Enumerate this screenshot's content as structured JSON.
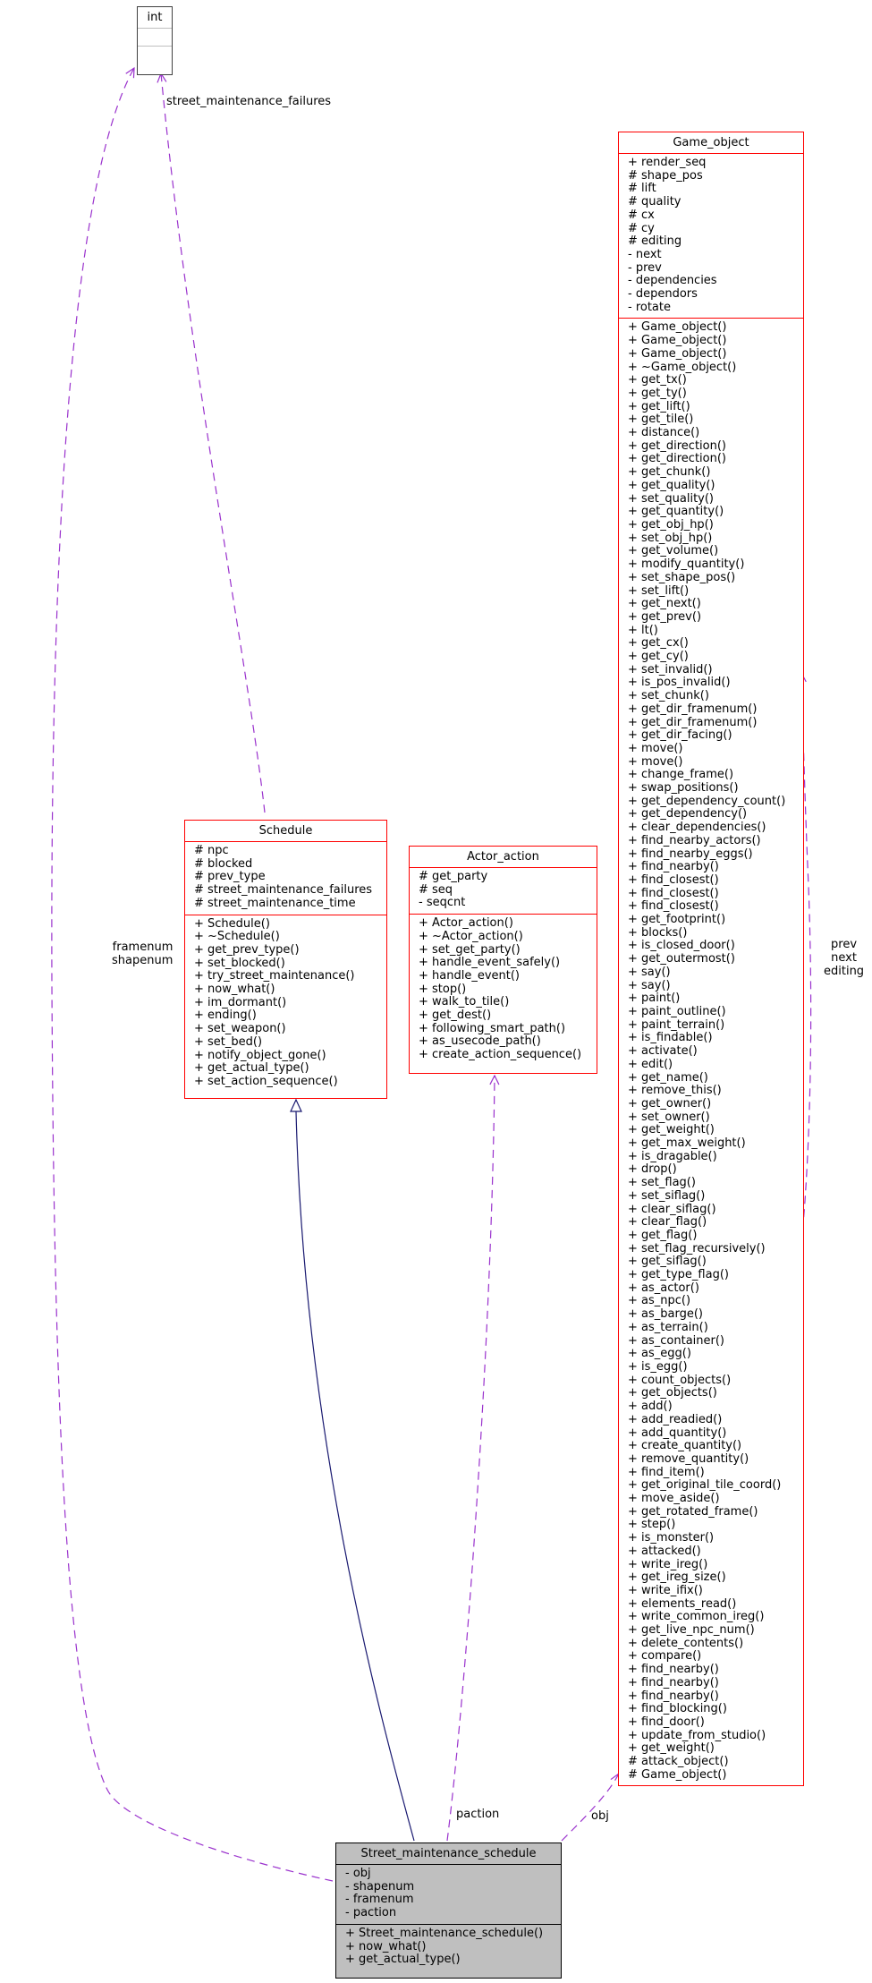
{
  "classes": {
    "int": {
      "name": "int"
    },
    "schedule": {
      "name": "Schedule",
      "attributes": [
        "# npc",
        "# blocked",
        "# prev_type",
        "# street_maintenance_failures",
        "# street_maintenance_time"
      ],
      "methods": [
        "+ Schedule()",
        "+ ~Schedule()",
        "+ get_prev_type()",
        "+ set_blocked()",
        "+ try_street_maintenance()",
        "+ now_what()",
        "+ im_dormant()",
        "+ ending()",
        "+ set_weapon()",
        "+ set_bed()",
        "+ notify_object_gone()",
        "+ get_actual_type()",
        "+ set_action_sequence()"
      ]
    },
    "actor_action": {
      "name": "Actor_action",
      "attributes": [
        "# get_party",
        "# seq",
        "- seqcnt"
      ],
      "methods": [
        "+ Actor_action()",
        "+ ~Actor_action()",
        "+ set_get_party()",
        "+ handle_event_safely()",
        "+ handle_event()",
        "+ stop()",
        "+ walk_to_tile()",
        "+ get_dest()",
        "+ following_smart_path()",
        "+ as_usecode_path()",
        "+ create_action_sequence()"
      ]
    },
    "game_object": {
      "name": "Game_object",
      "attributes": [
        "+ render_seq",
        "# shape_pos",
        "# lift",
        "# quality",
        "# cx",
        "# cy",
        "# editing",
        "- next",
        "- prev",
        "- dependencies",
        "- dependors",
        "- rotate"
      ],
      "methods": [
        "+ Game_object()",
        "+ Game_object()",
        "+ Game_object()",
        "+ ~Game_object()",
        "+ get_tx()",
        "+ get_ty()",
        "+ get_lift()",
        "+ get_tile()",
        "+ distance()",
        "+ get_direction()",
        "+ get_direction()",
        "+ get_chunk()",
        "+ get_quality()",
        "+ set_quality()",
        "+ get_quantity()",
        "+ get_obj_hp()",
        "+ set_obj_hp()",
        "+ get_volume()",
        "+ modify_quantity()",
        "+ set_shape_pos()",
        "+ set_lift()",
        "+ get_next()",
        "+ get_prev()",
        "+ lt()",
        "+ get_cx()",
        "+ get_cy()",
        "+ set_invalid()",
        "+ is_pos_invalid()",
        "+ set_chunk()",
        "+ get_dir_framenum()",
        "+ get_dir_framenum()",
        "+ get_dir_facing()",
        "+ move()",
        "+ move()",
        "+ change_frame()",
        "+ swap_positions()",
        "+ get_dependency_count()",
        "+ get_dependency()",
        "+ clear_dependencies()",
        "+ find_nearby_actors()",
        "+ find_nearby_eggs()",
        "+ find_nearby()",
        "+ find_closest()",
        "+ find_closest()",
        "+ find_closest()",
        "+ get_footprint()",
        "+ blocks()",
        "+ is_closed_door()",
        "+ get_outermost()",
        "+ say()",
        "+ say()",
        "+ paint()",
        "+ paint_outline()",
        "+ paint_terrain()",
        "+ is_findable()",
        "+ activate()",
        "+ edit()",
        "+ get_name()",
        "+ remove_this()",
        "+ get_owner()",
        "+ set_owner()",
        "+ get_weight()",
        "+ get_max_weight()",
        "+ is_dragable()",
        "+ drop()",
        "+ set_flag()",
        "+ set_siflag()",
        "+ clear_siflag()",
        "+ clear_flag()",
        "+ get_flag()",
        "+ set_flag_recursively()",
        "+ get_siflag()",
        "+ get_type_flag()",
        "+ as_actor()",
        "+ as_npc()",
        "+ as_barge()",
        "+ as_terrain()",
        "+ as_container()",
        "+ as_egg()",
        "+ is_egg()",
        "+ count_objects()",
        "+ get_objects()",
        "+ add()",
        "+ add_readied()",
        "+ add_quantity()",
        "+ create_quantity()",
        "+ remove_quantity()",
        "+ find_item()",
        "+ get_original_tile_coord()",
        "+ move_aside()",
        "+ get_rotated_frame()",
        "+ step()",
        "+ is_monster()",
        "+ attacked()",
        "+ write_ireg()",
        "+ get_ireg_size()",
        "+ write_ifix()",
        "+ elements_read()",
        "+ write_common_ireg()",
        "+ get_live_npc_num()",
        "+ delete_contents()",
        "+ compare()",
        "+ find_nearby()",
        "+ find_nearby()",
        "+ find_nearby()",
        "+ find_blocking()",
        "+ find_door()",
        "+ update_from_studio()",
        "+ get_weight()",
        "# attack_object()",
        "# Game_object()"
      ]
    },
    "street_maintenance_schedule": {
      "name": "Street_maintenance_schedule",
      "attributes": [
        "- obj",
        "- shapenum",
        "- framenum",
        "- paction"
      ],
      "methods": [
        "+ Street_maintenance_schedule()",
        "+ now_what()",
        "+ get_actual_type()"
      ]
    }
  },
  "edge_labels": {
    "street_maintenance_failures": "street_maintenance_failures",
    "framenum_shapenum": [
      "framenum",
      "shapenum"
    ],
    "paction": "paction",
    "obj": "obj",
    "self_ref": [
      "prev",
      "next",
      "editing"
    ]
  },
  "colors": {
    "class_border": "#ff0000",
    "int_border": "#404040",
    "focus_fill": "#bfbfbf",
    "usage_edge": "#9a32cd",
    "inheritance_edge": "#191970"
  }
}
